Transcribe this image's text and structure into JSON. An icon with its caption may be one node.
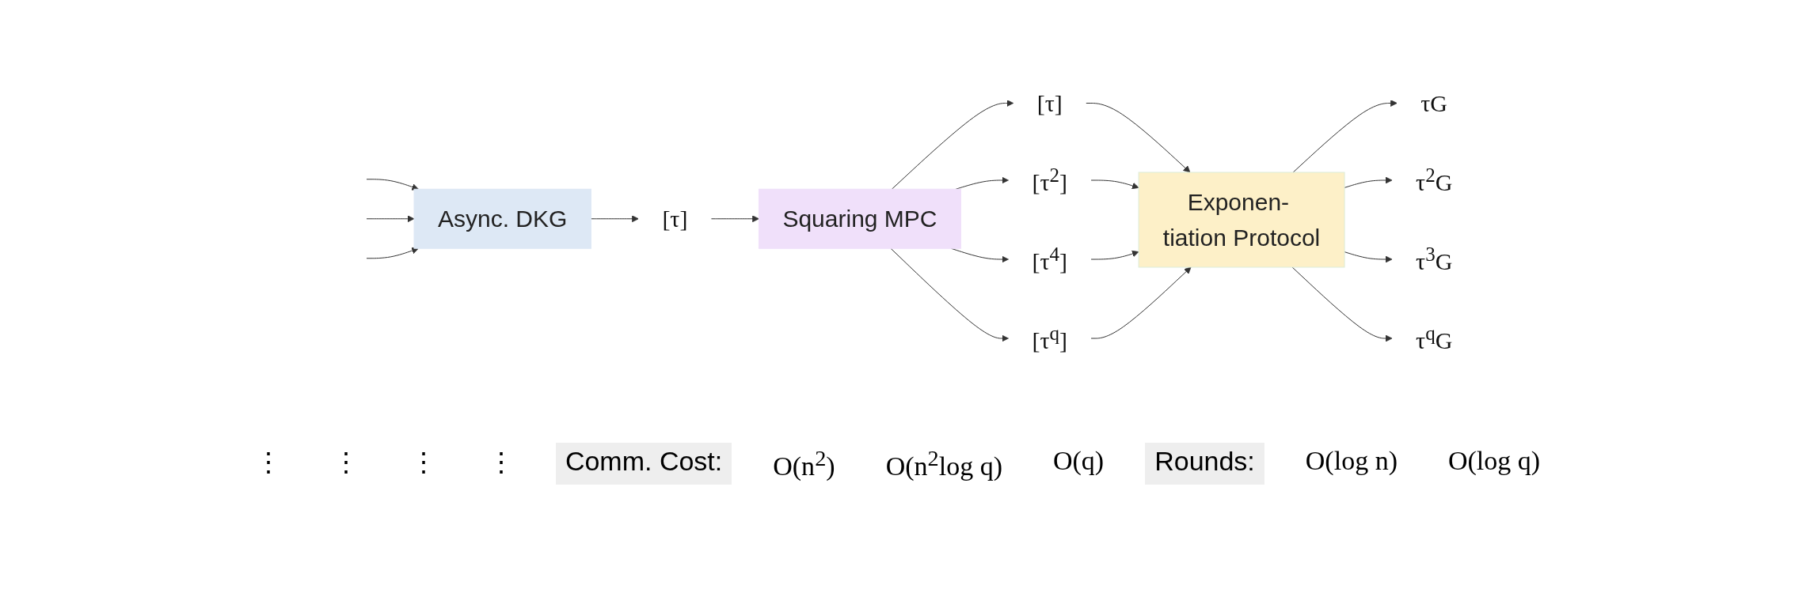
{
  "diagram": {
    "nodes": [
      {
        "text": [
          "Async. DKG"
        ]
      },
      {
        "text": [
          "[τ]"
        ]
      },
      {
        "text": [
          "Squaring MPC"
        ]
      },
      {
        "text": [
          "[τ]"
        ]
      },
      {
        "text": [
          "[τ$^{2}$]"
        ]
      },
      {
        "text": [
          "[τ$^{4}$]"
        ]
      },
      {
        "text": [
          "[τ$^{q}$]"
        ]
      },
      {
        "text": [
          "Exponen- tiation Protocol"
        ]
      },
      {
        "text": [
          "τG"
        ]
      },
      {
        "text": [
          "τ$^{2}$G"
        ]
      },
      {
        "text": [
          "τ$^{3}$G"
        ]
      },
      {
        "text": [
          "τ$^{q}$G"
        ]
      }
    ],
    "edges": [
      {
        "from": null,
        "to": 0,
        "arrow": "to"
      },
      {
        "from": null,
        "to": 0,
        "arrow": "to"
      },
      {
        "from": null,
        "to": 0,
        "arrow": "to"
      },
      {
        "from": 0,
        "to": 1,
        "arrow": "to"
      },
      {
        "from": 1,
        "to": 2,
        "arrow": "to"
      },
      {
        "from": 2,
        "to": 3,
        "arrow": "to"
      },
      {
        "from": 2,
        "to": 4,
        "arrow": "to"
      },
      {
        "from": 2,
        "to": 5,
        "arrow": "to"
      },
      {
        "from": 2,
        "to": 6,
        "arrow": "to"
      },
      {
        "from": 3,
        "to": 7,
        "arrow": "to"
      },
      {
        "from": 4,
        "to": 7,
        "arrow": "to"
      },
      {
        "from": 5,
        "to": 7,
        "arrow": "to"
      },
      {
        "from": 6,
        "to": 7,
        "arrow": "to"
      },
      {
        "from": 7,
        "to": 8,
        "arrow": "to"
      },
      {
        "from": 7,
        "to": 9,
        "arrow": "to"
      },
      {
        "from": 7,
        "to": 10,
        "arrow": "to"
      },
      {
        "from": 7,
        "to": 11,
        "arrow": "to"
      }
    ],
    "labels": [
      "⋮",
      "⋮",
      "⋮",
      "⋮",
      "Comm. Cost:",
      "O(n$^{2}$)",
      "O(n$^{2}$log q)",
      "O(q)",
      "Rounds:",
      "O(log n)",
      "O(log q)"
    ]
  }
}
